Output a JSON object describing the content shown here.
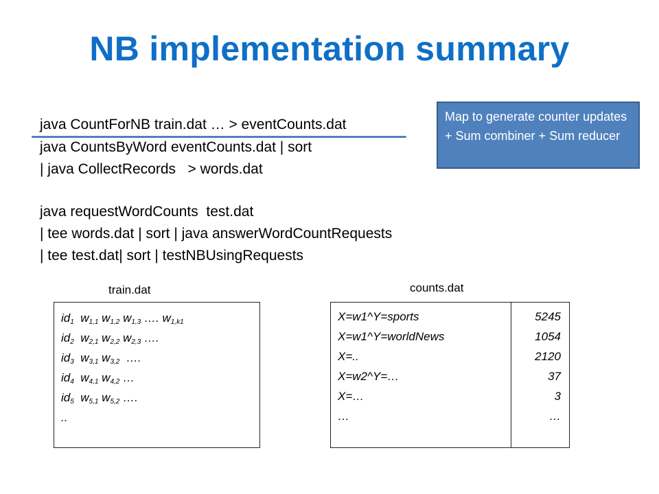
{
  "title": "NB implementation summary",
  "commands": [
    "java CountForNB train.dat … > eventCounts.dat",
    "java CountsByWord eventCounts.dat | sort",
    "| java CollectRecords   > words.dat",
    "java requestWordCounts  test.dat",
    "| tee words.dat | sort | java answerWordCountRequests",
    "| tee test.dat| sort | testNBUsingRequests"
  ],
  "callout": "Map to generate counter updates + Sum combiner + Sum reducer",
  "train_box": {
    "label": "train.dat",
    "rows": [
      {
        "id": "id",
        "id_sub": "1",
        "words": [
          [
            "w",
            "1,1"
          ],
          [
            "w",
            "1,2"
          ],
          [
            "w",
            "1,3"
          ]
        ],
        "tail": "…. w",
        "tail_sub": "1,k1"
      },
      {
        "id": "id",
        "id_sub": "2",
        "words": [
          [
            "w",
            "2,1"
          ],
          [
            "w",
            "2,2"
          ],
          [
            "w",
            "2,3"
          ]
        ],
        "tail": "….",
        "tail_sub": ""
      },
      {
        "id": "id",
        "id_sub": "3",
        "words": [
          [
            "w",
            "3,1"
          ],
          [
            "w",
            "3,2"
          ]
        ],
        "tail": " ….",
        "tail_sub": ""
      },
      {
        "id": "id",
        "id_sub": "4",
        "words": [
          [
            "w",
            "4,1"
          ],
          [
            "w",
            "4,2"
          ]
        ],
        "tail": "…",
        "tail_sub": ""
      },
      {
        "id": "id",
        "id_sub": "5",
        "words": [
          [
            "w",
            "5,1"
          ],
          [
            "w",
            "5,2"
          ]
        ],
        "tail": "….",
        "tail_sub": ""
      },
      {
        "plain": ".."
      }
    ]
  },
  "counts_box": {
    "label": "counts.dat",
    "keys": [
      "X=w1^Y=sports",
      "X=w1^Y=worldNews",
      "X=..",
      "X=w2^Y=…",
      "X=…",
      "…"
    ],
    "values": [
      "5245",
      "1054",
      "2120",
      "37",
      "3",
      "…"
    ]
  }
}
